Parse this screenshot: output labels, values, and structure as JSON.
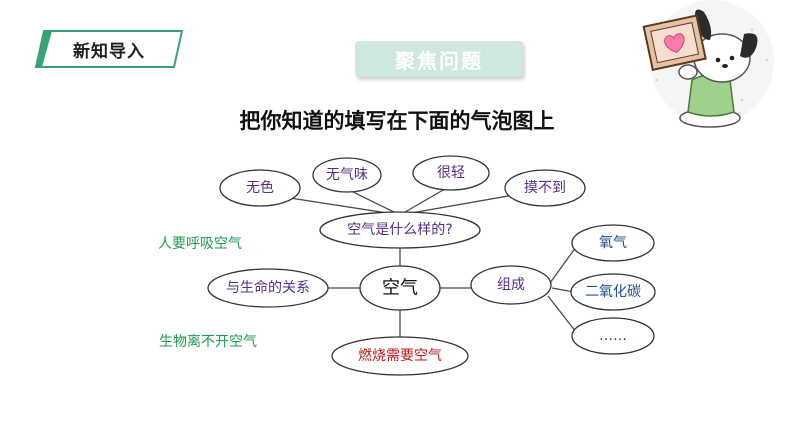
{
  "tag": {
    "label": "新知导入"
  },
  "focus": {
    "label": "聚焦问题"
  },
  "heading": "把你知道的填写在下面的气泡图上",
  "map": {
    "center": "空气",
    "properties": {
      "question": "空气是什么样的?",
      "items": [
        "无色",
        "无气味",
        "很轻",
        "摸不到"
      ]
    },
    "composition": {
      "label": "组成",
      "items": [
        "氧气",
        "二氧化碳",
        "……"
      ]
    },
    "life": {
      "label": "与生命的关系",
      "notes": [
        "人要呼吸空气",
        "生物离不开空气"
      ]
    },
    "combustion": "燃烧需要空气"
  },
  "colors": {
    "tag_green": "#3aa374",
    "focus_bg": "#cfe8dd",
    "bubble_text_purple": "#5b2c83",
    "bubble_text_blue": "#1f4e8c",
    "note_green": "#1e9a52",
    "combustion_red": "#c0191b"
  }
}
